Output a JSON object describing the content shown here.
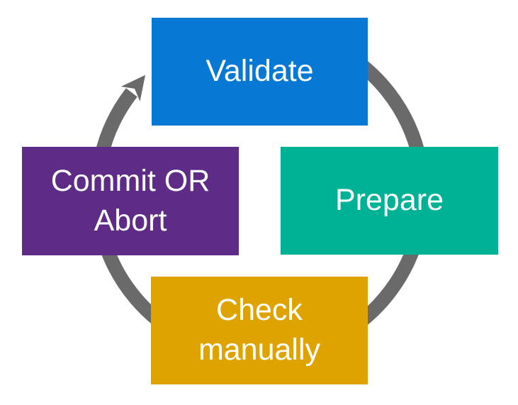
{
  "diagram": {
    "type": "cycle",
    "background_color": "#FFFFFF",
    "arrow": {
      "description": "clockwise-cycle-arrow",
      "color": "#6A6A6A"
    },
    "nodes": [
      {
        "id": "validate",
        "label": "Validate",
        "color": "#0778D4",
        "text_color": "#FFFFFF",
        "position": "top"
      },
      {
        "id": "prepare",
        "label": "Prepare",
        "color": "#00B295",
        "text_color": "#FFFFFF",
        "position": "right"
      },
      {
        "id": "check-manually",
        "label": "Check manually",
        "color": "#DFA300",
        "text_color": "#FFFFFF",
        "position": "bottom"
      },
      {
        "id": "commit-or-abort",
        "label": "Commit OR Abort",
        "color": "#5E2C87",
        "text_color": "#FFFFFF",
        "position": "left"
      }
    ],
    "flow_order": [
      "Validate",
      "Prepare",
      "Check manually",
      "Commit OR Abort"
    ]
  }
}
